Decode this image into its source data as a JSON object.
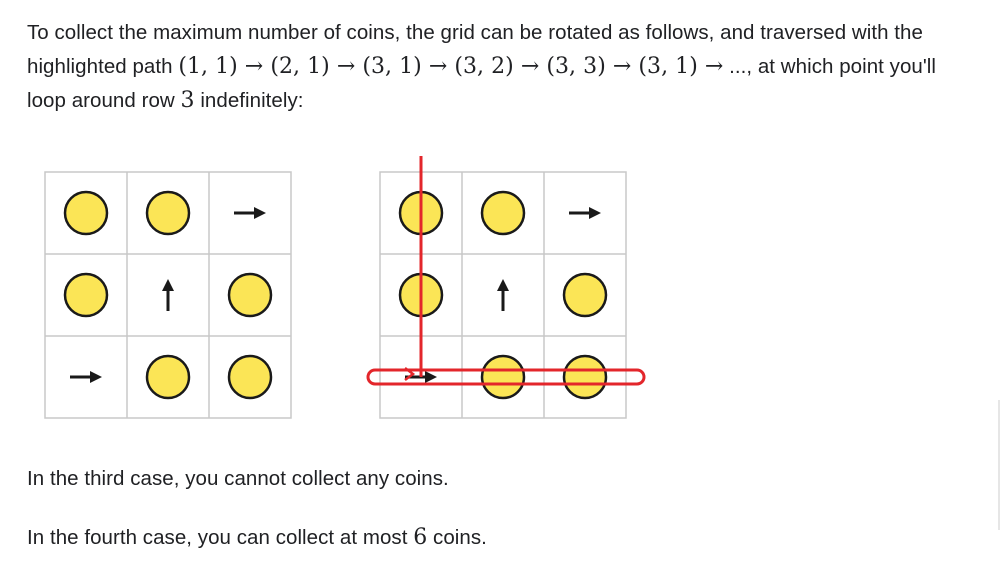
{
  "intro": {
    "text_part1": "To collect the maximum number of coins, the grid can be rotated as follows, and traversed with the highlighted path ",
    "path_math": "(1, 1) → (2, 1) → (3, 1) → (3, 2) → (3, 3) → (3, 1) →",
    "text_part2": " ..., at which point you'll loop around row ",
    "row_number": "3",
    "text_part3": " indefinitely:"
  },
  "figure": {
    "colors": {
      "coin_fill": "#fbe556",
      "coin_stroke": "#1a1a1a",
      "grid_line": "#c8c8c8",
      "path": "#e3262b",
      "arrow": "#1a1a1a"
    },
    "grids": [
      {
        "name": "original-grid",
        "cells": [
          [
            "coin",
            "coin",
            "arrow-right"
          ],
          [
            "coin",
            "arrow-up",
            "coin"
          ],
          [
            "arrow-right",
            "coin",
            "coin"
          ]
        ],
        "highlighted_path": false
      },
      {
        "name": "rotated-grid",
        "cells": [
          [
            "coin",
            "coin",
            "arrow-right"
          ],
          [
            "coin",
            "arrow-up",
            "coin"
          ],
          [
            "arrow-right",
            "coin",
            "coin"
          ]
        ],
        "highlighted_path": true
      }
    ]
  },
  "third_case": {
    "text": "In the third case, you cannot collect any coins."
  },
  "fourth_case": {
    "text_part1": "In the fourth case, you can collect at most ",
    "number": "6",
    "text_part2": " coins."
  }
}
